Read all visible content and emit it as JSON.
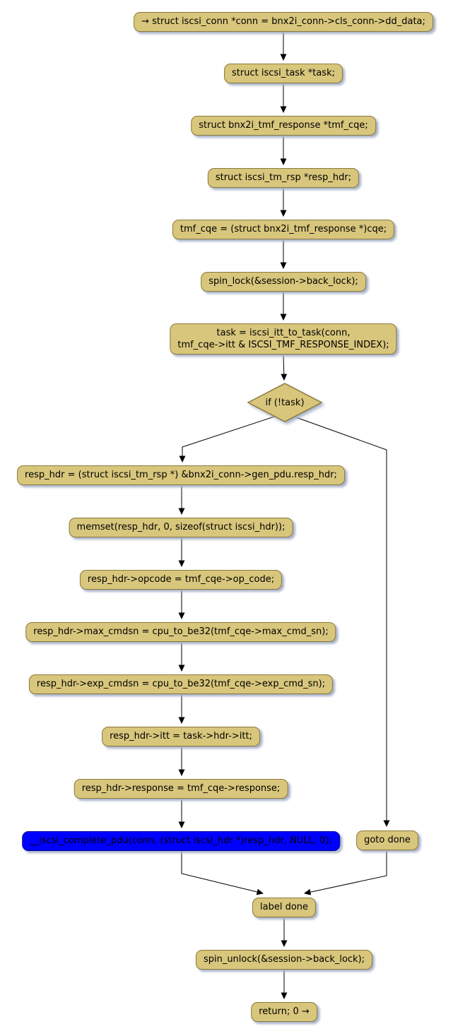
{
  "diagram": {
    "type": "flowchart",
    "colors": {
      "background": "#FFFFFF",
      "node_fill": "#D8C67C",
      "node_border": "#8A7A3A",
      "highlight_fill": "#0000FF",
      "highlight_border": "#000096",
      "text": "#000000",
      "edge": "#000000",
      "shadow": "#A9B2C9"
    },
    "nodes": {
      "start": {
        "label": "→ struct iscsi_conn *conn = bnx2i_conn->cls_conn->dd_data;"
      },
      "decl_task": {
        "label": "struct iscsi_task *task;"
      },
      "decl_tmf_cqe": {
        "label": "struct bnx2i_tmf_response *tmf_cqe;"
      },
      "decl_resp_hdr": {
        "label": "struct iscsi_tm_rsp *resp_hdr;"
      },
      "assign_tmf_cqe": {
        "label": "tmf_cqe = (struct bnx2i_tmf_response *)cqe;"
      },
      "spin_lock": {
        "label": "spin_lock(&session->back_lock);"
      },
      "itt_to_task": {
        "line1": "task = iscsi_itt_to_task(conn,",
        "line2": "tmf_cqe->itt & ISCSI_TMF_RESPONSE_INDEX);"
      },
      "condition": {
        "label": "if (!task)"
      },
      "resp_hdr_assign": {
        "label": "resp_hdr = (struct iscsi_tm_rsp *) &bnx2i_conn->gen_pdu.resp_hdr;"
      },
      "memset": {
        "label": "memset(resp_hdr, 0, sizeof(struct iscsi_hdr));"
      },
      "opcode": {
        "label": "resp_hdr->opcode = tmf_cqe->op_code;"
      },
      "max_cmdsn": {
        "label": "resp_hdr->max_cmdsn = cpu_to_be32(tmf_cqe->max_cmd_sn);"
      },
      "exp_cmdsn": {
        "label": "resp_hdr->exp_cmdsn = cpu_to_be32(tmf_cqe->exp_cmd_sn);"
      },
      "itt_assign": {
        "label": "resp_hdr->itt = task->hdr->itt;"
      },
      "response": {
        "label": "resp_hdr->response = tmf_cqe->response;"
      },
      "complete_pdu": {
        "label": "__iscsi_complete_pdu(conn, (struct iscsi_hdr *)resp_hdr, NULL, 0);"
      },
      "goto_done": {
        "label": "goto done"
      },
      "label_done": {
        "label": "label done"
      },
      "spin_unlock": {
        "label": "spin_unlock(&session->back_lock);"
      },
      "return": {
        "label": "return; 0 →"
      }
    }
  }
}
